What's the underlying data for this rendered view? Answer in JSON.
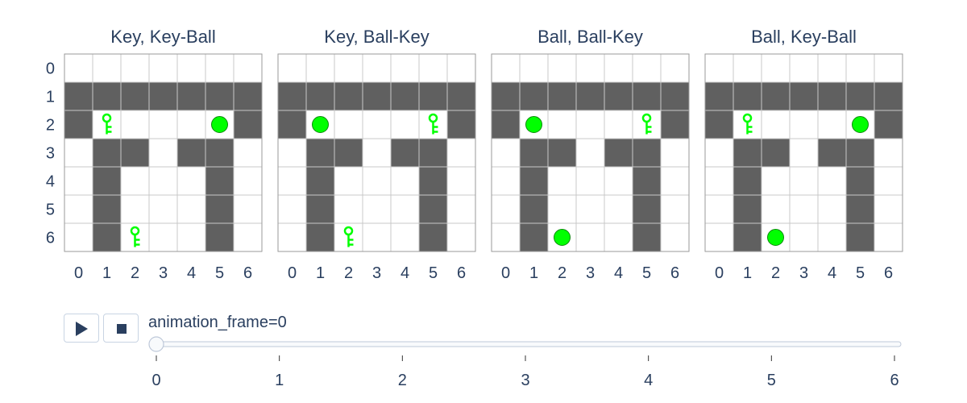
{
  "panels": [
    {
      "title": "Key, Key-Ball",
      "objects": [
        {
          "type": "key",
          "col": 1,
          "row": 2
        },
        {
          "type": "ball",
          "col": 5,
          "row": 2
        },
        {
          "type": "key",
          "col": 2,
          "row": 6
        }
      ]
    },
    {
      "title": "Key, Ball-Key",
      "objects": [
        {
          "type": "ball",
          "col": 1,
          "row": 2
        },
        {
          "type": "key",
          "col": 5,
          "row": 2
        },
        {
          "type": "key",
          "col": 2,
          "row": 6
        }
      ]
    },
    {
      "title": "Ball, Ball-Key",
      "objects": [
        {
          "type": "ball",
          "col": 1,
          "row": 2
        },
        {
          "type": "key",
          "col": 5,
          "row": 2
        },
        {
          "type": "ball",
          "col": 2,
          "row": 6
        }
      ]
    },
    {
      "title": "Ball, Key-Ball",
      "objects": [
        {
          "type": "key",
          "col": 1,
          "row": 2
        },
        {
          "type": "ball",
          "col": 5,
          "row": 2
        },
        {
          "type": "ball",
          "col": 2,
          "row": 6
        }
      ]
    }
  ],
  "grid": {
    "rows": 7,
    "cols": 7,
    "x_ticks": [
      "0",
      "1",
      "2",
      "3",
      "4",
      "5",
      "6"
    ],
    "y_ticks": [
      "0",
      "1",
      "2",
      "3",
      "4",
      "5",
      "6"
    ],
    "walls": [
      [
        0,
        1
      ],
      [
        1,
        1
      ],
      [
        2,
        1
      ],
      [
        3,
        1
      ],
      [
        4,
        1
      ],
      [
        5,
        1
      ],
      [
        6,
        1
      ],
      [
        0,
        2
      ],
      [
        6,
        2
      ],
      [
        1,
        3
      ],
      [
        2,
        3
      ],
      [
        4,
        3
      ],
      [
        5,
        3
      ],
      [
        1,
        4
      ],
      [
        5,
        4
      ],
      [
        1,
        5
      ],
      [
        5,
        5
      ],
      [
        1,
        6
      ],
      [
        5,
        6
      ]
    ],
    "wall_color": "#606060",
    "object_color": "#00ff00"
  },
  "controls": {
    "play_icon": "play-icon",
    "stop_icon": "stop-icon",
    "frame_label": "animation_frame=0",
    "slider_value": 0,
    "slider_ticks": [
      "0",
      "1",
      "2",
      "3",
      "4",
      "5",
      "6"
    ]
  }
}
